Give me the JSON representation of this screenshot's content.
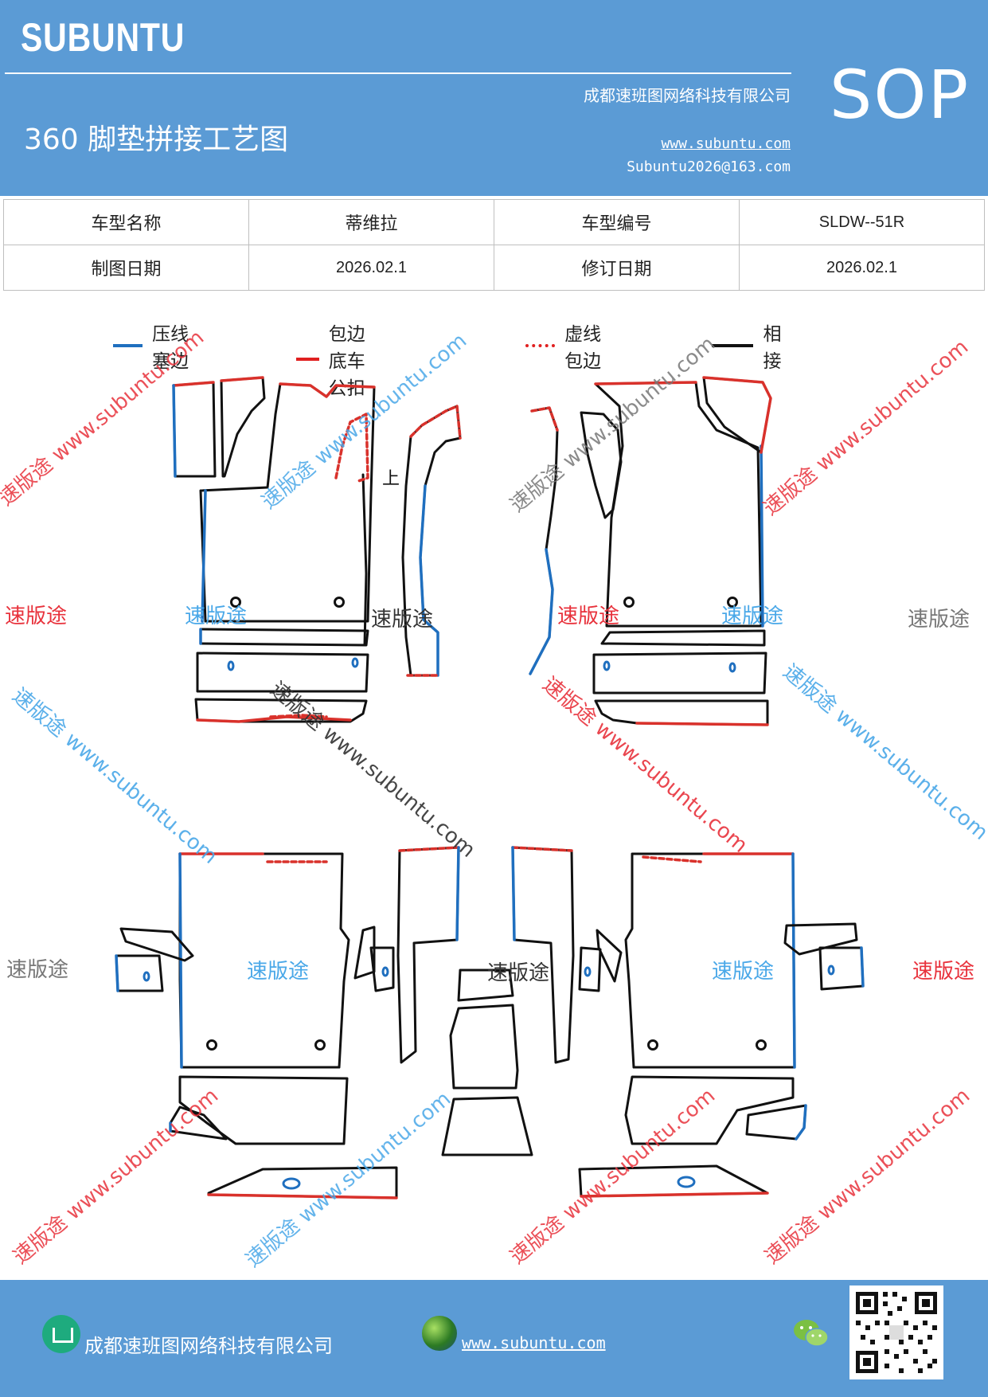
{
  "header": {
    "brand": "SUBUNTU",
    "company": "成都速班图网络科技有限公司",
    "badge": "SOP",
    "title": "360 脚垫拼接工艺图",
    "website": "www.subuntu.com",
    "email": "Subuntu2026@163.com"
  },
  "info_table": {
    "rows": [
      {
        "label1": "车型名称",
        "value1": "蒂维拉",
        "label2": "车型编号",
        "value2": "SLDW--51R"
      },
      {
        "label1": "制图日期",
        "value1": "2026.02.1",
        "label2": "修订日期",
        "value2": "2026.02.1"
      }
    ]
  },
  "legend": {
    "items": [
      {
        "label": "压线塞边",
        "color": "#1f6fbf",
        "style": "solid"
      },
      {
        "label": "包边底车公扣",
        "color": "#e02020",
        "style": "solid"
      },
      {
        "label": "虚线包边",
        "color": "#e02020",
        "style": "dashed"
      },
      {
        "label": "相接",
        "color": "#111111",
        "style": "solid"
      }
    ]
  },
  "diagram": {
    "marker_up": "上"
  },
  "watermarks": {
    "brand_short": "速版途",
    "brand_long": "速版途 www.subuntu.com",
    "colors": {
      "red": "#e8323c",
      "blue": "#4aa8e8",
      "gray": "#777777"
    }
  },
  "footer": {
    "company": "成都速班图网络科技有限公司",
    "website": "www.subuntu.com",
    "icons": [
      "building-icon",
      "globe-icon",
      "wechat-icon",
      "qr-code"
    ]
  }
}
